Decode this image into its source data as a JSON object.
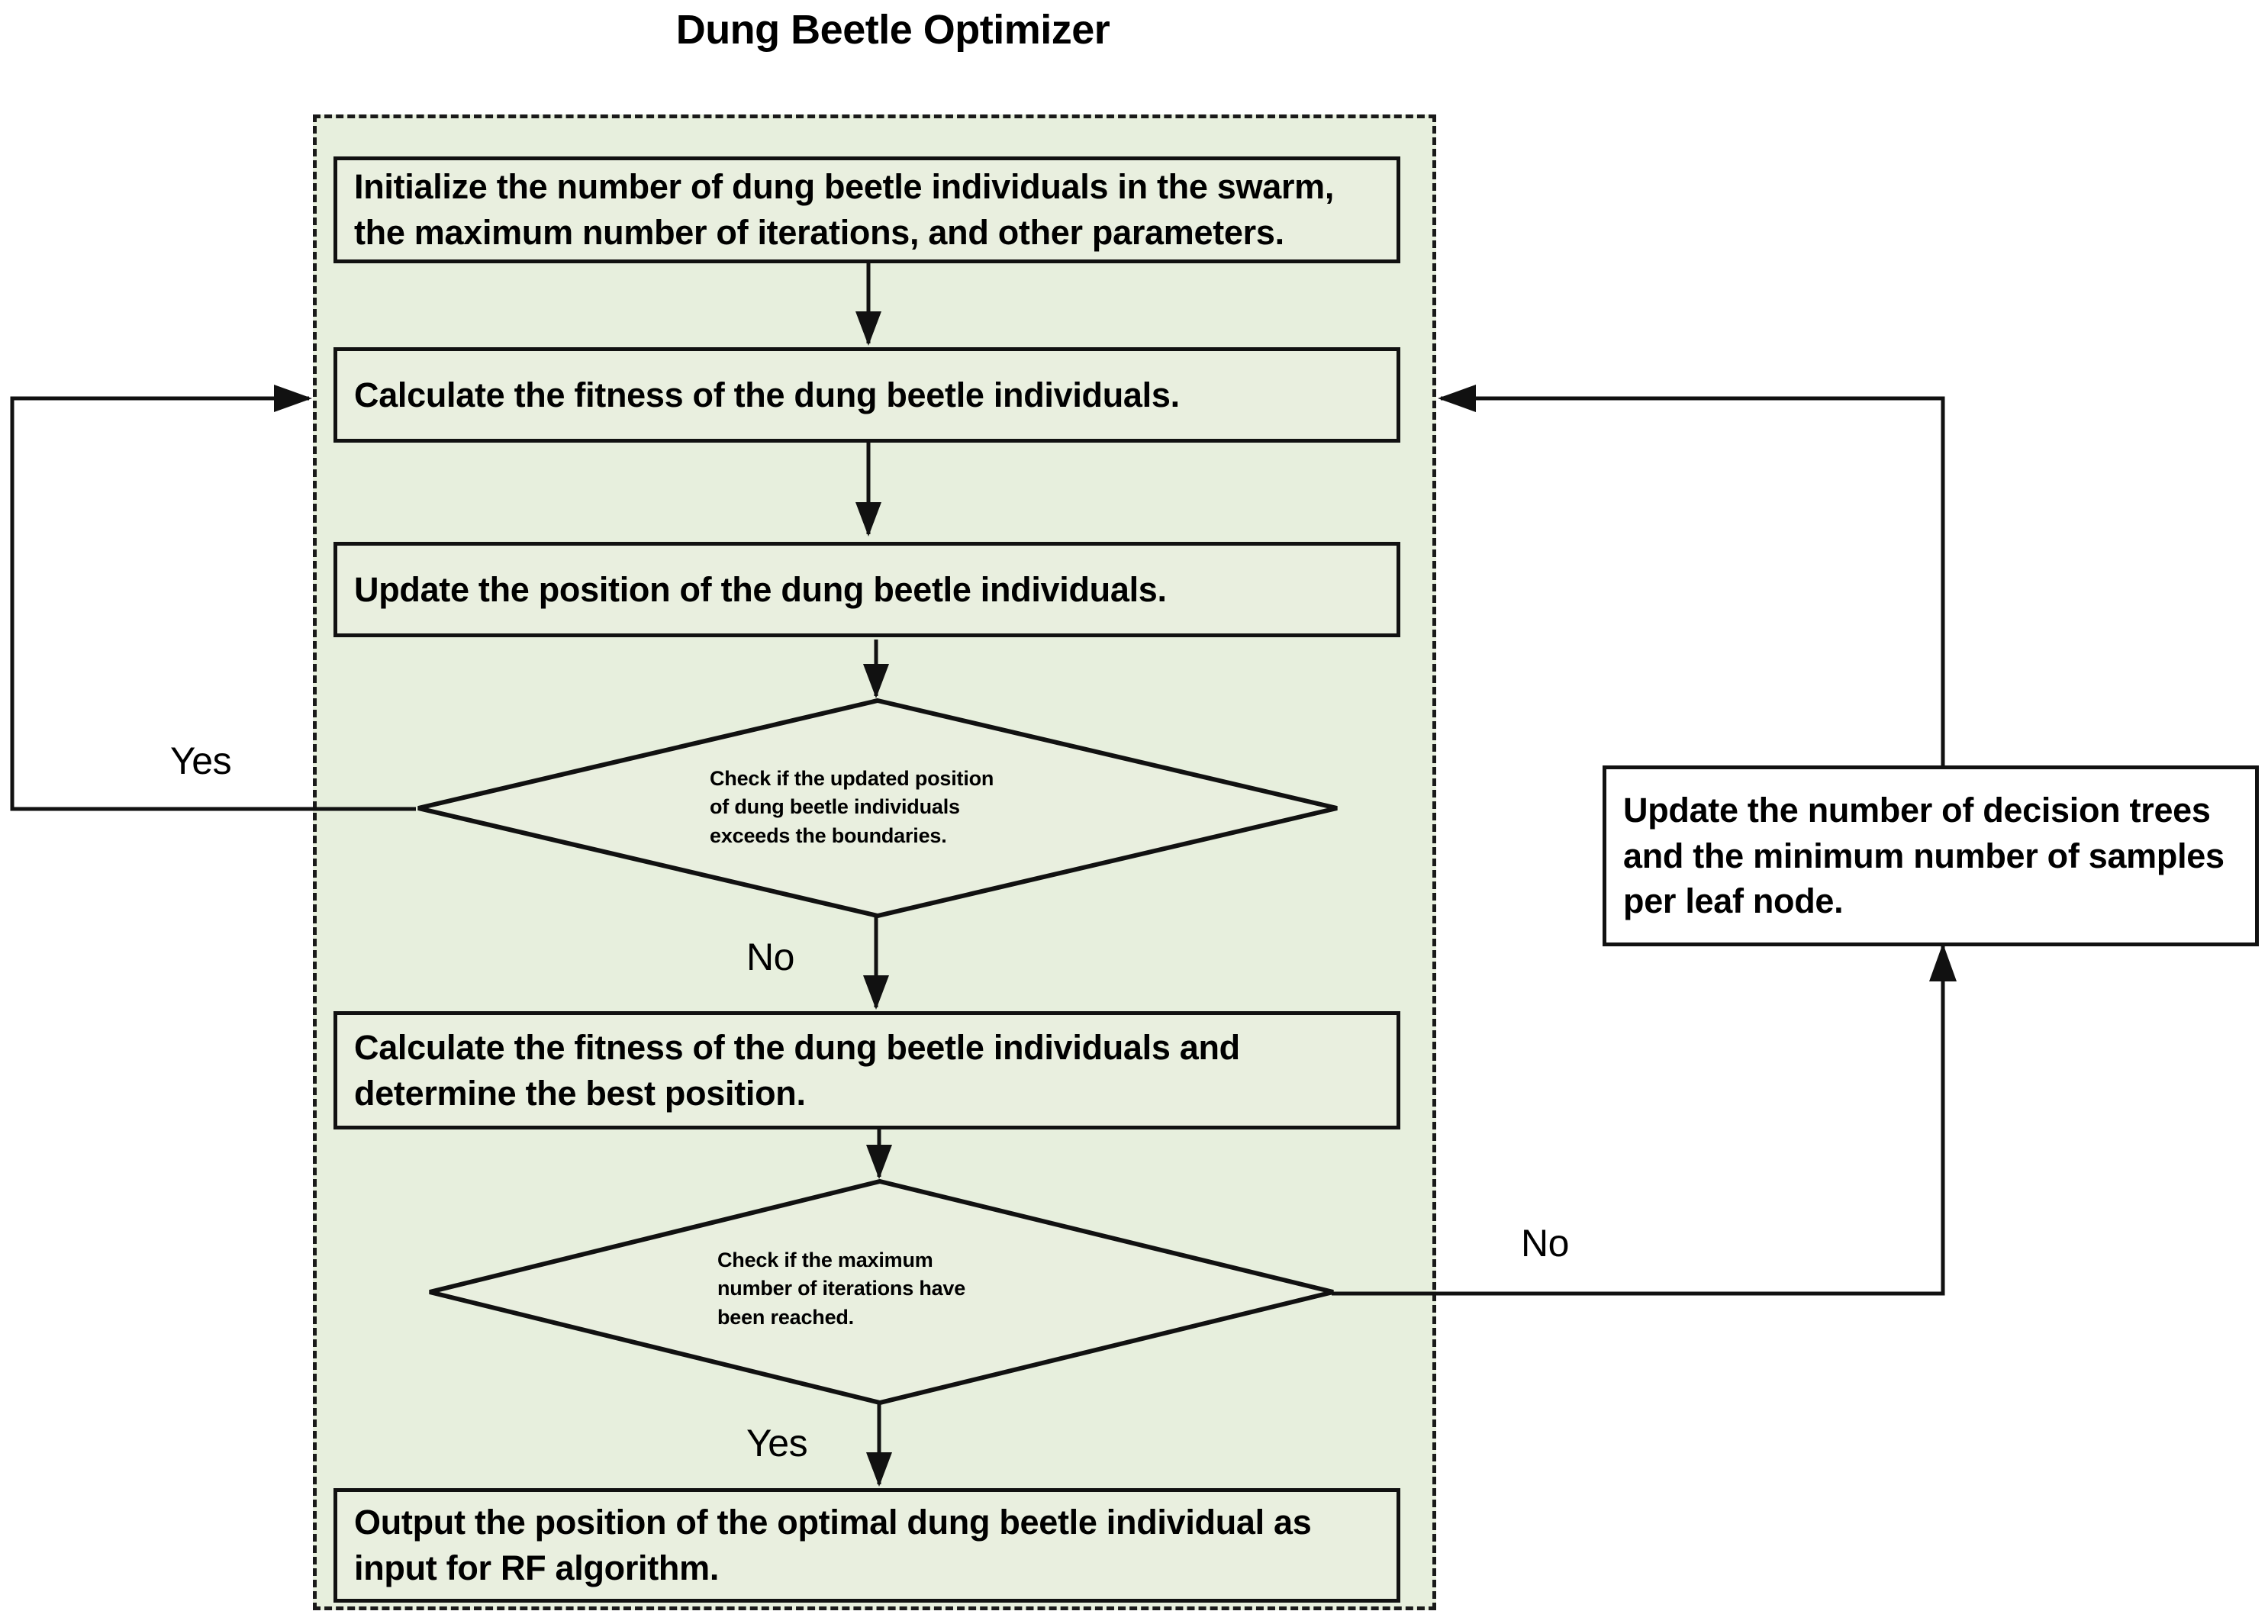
{
  "title": "Dung Beetle Optimizer",
  "colors": {
    "region_fill": "#e7efdd",
    "node_fill": "#e9efdf",
    "external_node_fill": "#ffffff",
    "stroke": "#111111",
    "text": "#000000"
  },
  "nodes": {
    "initialize": "Initialize the number of dung beetle individuals in the swarm, the maximum number of iterations, and other parameters.",
    "calculate_fitness": "Calculate the fitness of the dung beetle individuals.",
    "update_position": "Update the position of the dung beetle individuals.",
    "check_boundaries": "Check if the updated position\nof dung beetle individuals\nexceeds the boundaries.",
    "calculate_fitness_best": "Calculate the fitness of the dung beetle individuals and determine the best position.",
    "check_iterations": "Check if the maximum\nnumber of iterations have\nbeen reached.",
    "output_position": "Output the position of the optimal dung beetle individual as input for RF algorithm.",
    "update_trees": "Update the number of decision trees and the minimum number of samples per leaf node."
  },
  "edge_labels": {
    "boundaries_yes": "Yes",
    "boundaries_no": "No",
    "iterations_yes": "Yes",
    "iterations_no": "No"
  }
}
